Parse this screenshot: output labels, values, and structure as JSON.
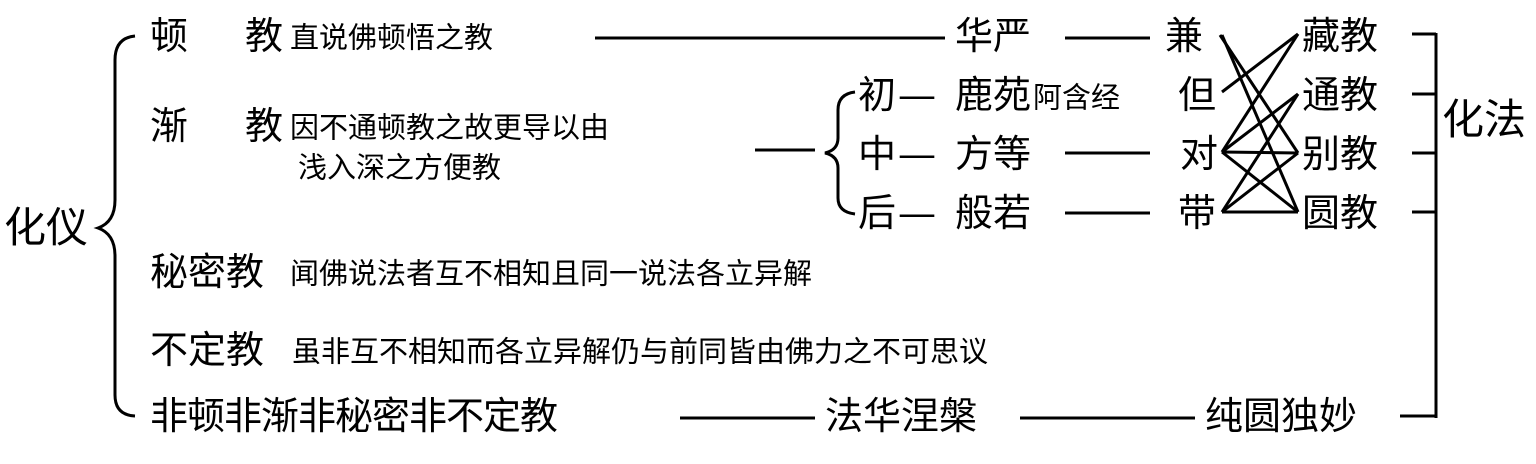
{
  "root": "化仪",
  "huafa": "化法",
  "dun": {
    "head": "顿",
    "jiao": "教",
    "desc": "直说佛顿悟之教",
    "sutra": "华严",
    "method": "兼"
  },
  "jian": {
    "head": "渐",
    "jiao": "教",
    "desc1": "因不通顿教之故更导以由",
    "desc2": "浅入深之方便教",
    "stages": [
      {
        "stage": "初",
        "sutra": "鹿苑",
        "note": "阿含经",
        "method": "但"
      },
      {
        "stage": "中",
        "sutra": "方等",
        "note": "",
        "method": "对"
      },
      {
        "stage": "后",
        "sutra": "般若",
        "note": "",
        "method": "带"
      }
    ]
  },
  "mimi": {
    "head": "秘密教",
    "desc": "闻佛说法者互不相知且同一说法各立异解"
  },
  "buding": {
    "head": "不定教",
    "desc": "虽非互不相知而各立异解仍与前同皆由佛力之不可思议"
  },
  "last": {
    "head": "非顿非渐非秘密非不定教",
    "sutra": "法华涅槃",
    "method": "纯圆独妙"
  },
  "teachings": [
    "藏教",
    "通教",
    "别教",
    "圆教"
  ],
  "dash": "—"
}
